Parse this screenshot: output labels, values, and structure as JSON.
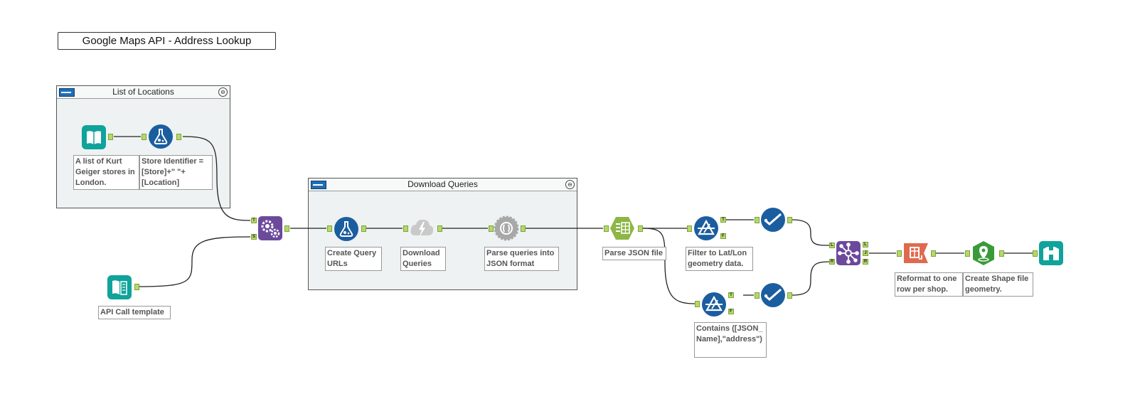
{
  "workflow": {
    "title": "Google Maps API - Address Lookup"
  },
  "containers": {
    "list_of_locations": {
      "title": "List of Locations",
      "collapse_icon": "⊖"
    },
    "download_queries": {
      "title": "Download Queries",
      "collapse_icon": "⊖"
    }
  },
  "annotations": {
    "input_list": "A list of Kurt Geiger stores in London.",
    "formula_store": "Store Identifier = [Store]+\" \"+ [Location]",
    "text_input": "API Call template",
    "create_query": "Create Query URLs",
    "download": "Download Queries",
    "parse_queries": "Parse queries into JSON format",
    "parse_json": "Parse JSON file",
    "filter_latlon": "Filter to Lat/Lon geometry data.",
    "filter_contains": "Contains ([JSON_Name],\"address\")",
    "reformat": "Reformat to one row per shop.",
    "create_shape": "Create Shape file geometry."
  },
  "anchor_labels": {
    "append_target": "T",
    "append_source": "S",
    "filter_true": "T",
    "filter_false": "F",
    "join_left": "L",
    "join_right": "R",
    "join_out_l": "L",
    "join_out_j": "J",
    "join_out_r": "R"
  },
  "tool_icons": {
    "input": "book-input-icon",
    "formula": "flask-formula-icon",
    "append": "gears-append-icon",
    "text_input": "text-input-book-icon",
    "download": "lightning-cloud-download-icon",
    "json_parse": "gear-json-parse-icon",
    "text_to_columns": "hexagon-parse-icon",
    "filter": "triangle-filter-icon",
    "select": "checkmark-select-icon",
    "join": "network-join-icon",
    "crosstab": "crosstab-reformat-icon",
    "create_points": "map-pin-create-points-icon",
    "browse": "binoculars-browse-icon"
  },
  "colors": {
    "input_teal": "#0fa39b",
    "formula_blue": "#1b5ea0",
    "append_purple": "#6b4a9c",
    "download_grey": "#c9c9c9",
    "json_grey": "#a8a8a8",
    "parse_green": "#8db646",
    "filter_blue": "#1b5ea0",
    "crosstab_red": "#e06a4f",
    "spatial_green": "#3a9a3a",
    "anchor_green": "#b5d86b"
  }
}
